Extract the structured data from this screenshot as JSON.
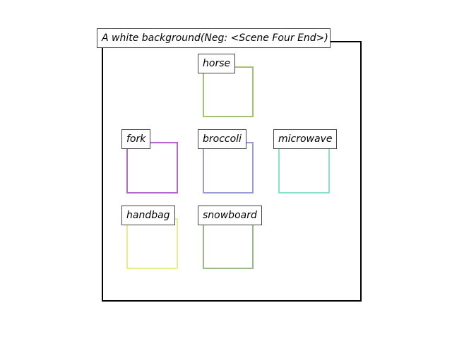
{
  "scene": {
    "caption": "A white background(Neg: <Scene Four End>)",
    "frame_color": "#000000"
  },
  "objects": [
    {
      "label": "horse",
      "color": "#a3c172"
    },
    {
      "label": "fork",
      "color": "#b069cc"
    },
    {
      "label": "broccoli",
      "color": "#9b9bd8"
    },
    {
      "label": "microwave",
      "color": "#8ae0c8"
    },
    {
      "label": "handbag",
      "color": "#e6ee8e"
    },
    {
      "label": "snowboard",
      "color": "#99b889"
    }
  ]
}
